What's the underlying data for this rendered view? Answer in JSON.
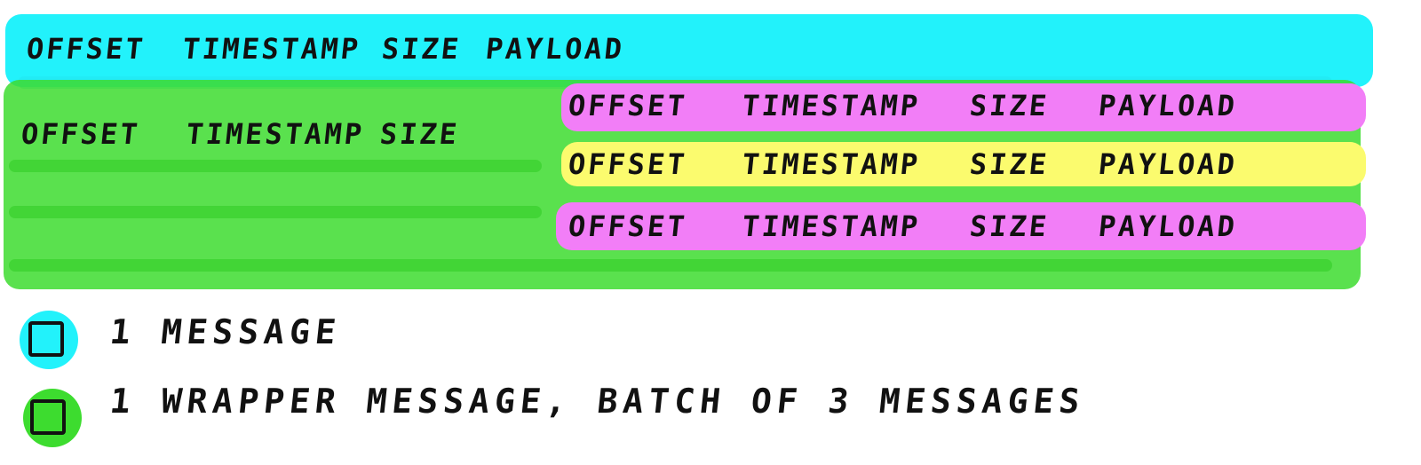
{
  "colors": {
    "single_message": "#22f2fb",
    "wrapper_message": "#3ddc2f",
    "inner_pink": "#f27ef7",
    "inner_yellow": "#fbfb6e",
    "ink": "#111111"
  },
  "single_message_row": {
    "fields": [
      "OFFSET",
      "TIMESTAMP",
      "SIZE",
      "PAYLOAD"
    ]
  },
  "wrapper_message_row": {
    "fields": [
      "OFFSET",
      "TIMESTAMP",
      "SIZE"
    ]
  },
  "inner_messages": [
    {
      "color": "pink",
      "fields": [
        "OFFSET",
        "TIMESTAMP",
        "SIZE",
        "PAYLOAD"
      ]
    },
    {
      "color": "yellow",
      "fields": [
        "OFFSET",
        "TIMESTAMP",
        "SIZE",
        "PAYLOAD"
      ]
    },
    {
      "color": "pink",
      "fields": [
        "OFFSET",
        "TIMESTAMP",
        "SIZE",
        "PAYLOAD"
      ]
    }
  ],
  "legend": [
    {
      "icon": "cyan-square",
      "label": "1 MESSAGE"
    },
    {
      "icon": "green-square",
      "label": "1 WRAPPER MESSAGE, BATCH OF 3 MESSAGES"
    }
  ]
}
